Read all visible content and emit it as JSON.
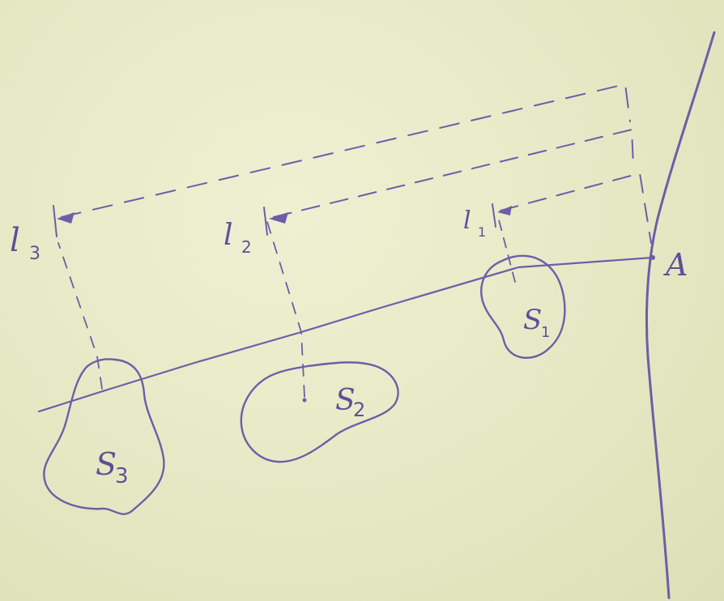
{
  "diagram": {
    "point_label": "A",
    "regions": [
      {
        "name": "S",
        "sub": "1"
      },
      {
        "name": "S",
        "sub": "2"
      },
      {
        "name": "S",
        "sub": "3"
      }
    ],
    "distances": [
      {
        "name": "l",
        "sub": "1"
      },
      {
        "name": "l",
        "sub": "2"
      },
      {
        "name": "l",
        "sub": "3"
      }
    ]
  },
  "colors": {
    "ink": "#6a5fa8",
    "paper": "#e8e9c8"
  }
}
